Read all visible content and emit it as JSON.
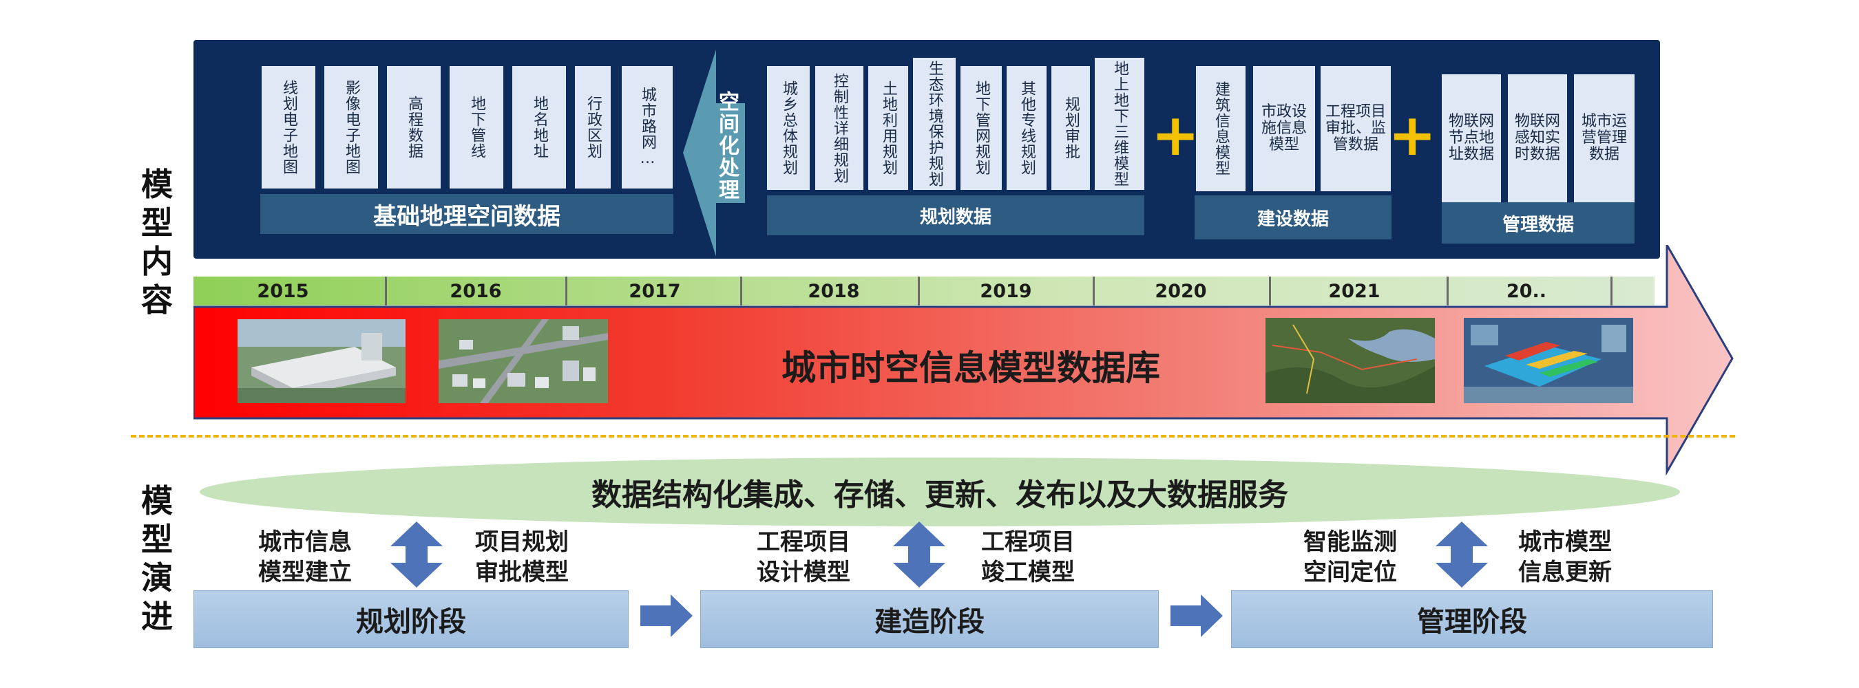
{
  "side_labels": {
    "top": "模型内容",
    "bottom": "模型演进"
  },
  "left_cards": [
    "线划电子地图",
    "影像电子地图",
    "高程数据",
    "地下管线",
    "地名地址",
    "行政区划",
    "城市路网…"
  ],
  "left_band": "基础地理空间数据",
  "process_label": "空间化处理",
  "planning_cards": [
    "城乡总体规划",
    "控制性详细规划",
    "土地利用规划",
    "生态环境保护规划",
    "地下管网规划",
    "其他专线规划",
    "规划审批",
    "地上地下三维模型"
  ],
  "planning_band": "规划数据",
  "construction_cards": [
    "建筑信息模型",
    "市政设施信息模型",
    "工程项目审批、监管数据"
  ],
  "construction_band": "建设数据",
  "management_cards": [
    "物联网节点地址数据",
    "物联网感知实时数据",
    "城市运营管理数据"
  ],
  "management_band": "管理数据",
  "plus_sign": "+",
  "years": [
    "2015",
    "2016",
    "2017",
    "2018",
    "2019",
    "2020",
    "2021",
    "20.."
  ],
  "database_title": "城市时空信息模型数据库",
  "ellipse_text": "数据结构化集成、存储、更新、发布以及大数据服务",
  "stages": [
    {
      "left": "城市信息模型建立",
      "right": "项目规划审批模型",
      "name": "规划阶段"
    },
    {
      "left": "工程项目设计模型",
      "right": "工程项目竣工模型",
      "name": "建造阶段"
    },
    {
      "left": "智能监测空间定位",
      "right": "城市模型信息更新",
      "name": "管理阶段"
    }
  ],
  "colors": {
    "navy": "#0d2b5b",
    "band": "#2e5b82",
    "card": "#dfe8f4",
    "plus": "#f2c200",
    "arrow_red": "#ff0000",
    "arrow_pink": "#f8b9b9",
    "dashed": "#f0b400",
    "ellipse": "#c6e3bc",
    "stage": "#a9c5e3",
    "connector": "#4f73b8"
  }
}
